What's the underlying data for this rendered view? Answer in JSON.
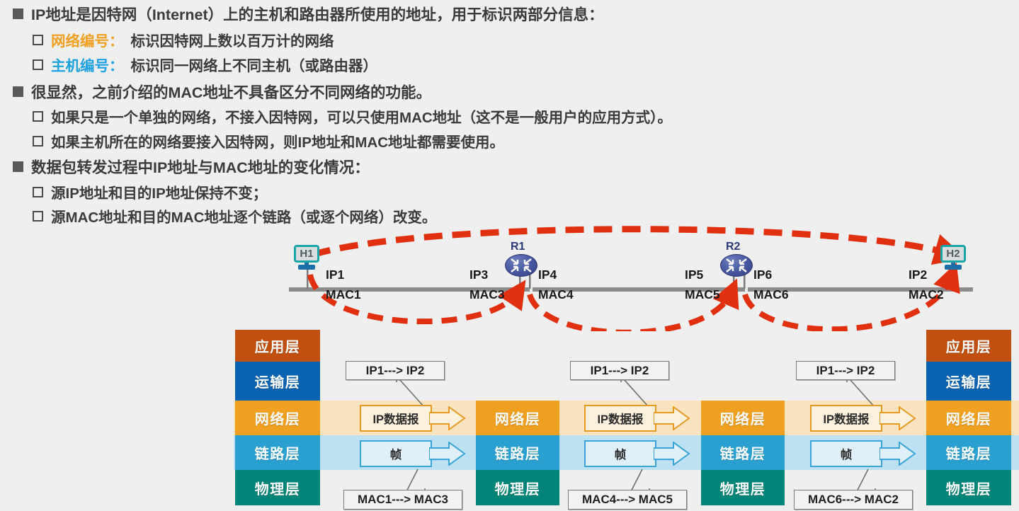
{
  "slide": {
    "background_color": "#efefef",
    "bullets": [
      {
        "level": 1,
        "marker": "filled-square",
        "segments": [
          {
            "text": "IP地址是因特网（Internet）上的主机和路由器所使用的地址，用于标识两部分信息：",
            "color": "#3b3b3b"
          }
        ]
      },
      {
        "level": 2,
        "marker": "hollow-square",
        "segments": [
          {
            "text": "网络编号：",
            "color": "#f0a021"
          },
          {
            "text": "标识因特网上数以百万计的网络",
            "color": "#3b3b3b"
          }
        ]
      },
      {
        "level": 2,
        "marker": "hollow-square",
        "segments": [
          {
            "text": "主机编号：",
            "color": "#1ba1e2"
          },
          {
            "text": "标识同一网络上不同主机（或路由器）",
            "color": "#3b3b3b"
          }
        ]
      },
      {
        "level": 1,
        "marker": "filled-square",
        "segments": [
          {
            "text": "很显然，之前介绍的MAC地址不具备区分不同网络的功能。",
            "color": "#3b3b3b"
          }
        ]
      },
      {
        "level": 2,
        "marker": "hollow-square",
        "segments": [
          {
            "text": "如果只是一个单独的网络，不接入因特网，可以只使用MAC地址（这不是一般用户的应用方式）。",
            "color": "#3b3b3b"
          }
        ]
      },
      {
        "level": 2,
        "marker": "hollow-square",
        "segments": [
          {
            "text": "如果主机所在的网络要接入因特网，则IP地址和MAC地址都需要使用。",
            "color": "#3b3b3b"
          }
        ]
      },
      {
        "level": 1,
        "marker": "filled-square",
        "segments": [
          {
            "text": "数据包转发过程中IP地址与MAC地址的变化情况：",
            "color": "#3b3b3b"
          }
        ]
      },
      {
        "level": 2,
        "marker": "hollow-square",
        "segments": [
          {
            "text": "源IP地址和目的IP地址保持不变；",
            "color": "#3b3b3b"
          }
        ]
      },
      {
        "level": 2,
        "marker": "hollow-square",
        "segments": [
          {
            "text": "源MAC地址和目的MAC地址逐个链路（或逐个网络）改变。",
            "color": "#3b3b3b"
          }
        ]
      }
    ]
  },
  "network_diagram": {
    "arrow_color": "#e03010",
    "link_color": "#8c8c8c",
    "hosts": [
      {
        "name": "H1",
        "ip": "IP1",
        "mac": "MAC1"
      },
      {
        "name": "H2",
        "ip": "IP2",
        "mac": "MAC2"
      }
    ],
    "routers": [
      {
        "name": "R1",
        "left_ip": "IP3",
        "left_mac": "MAC3",
        "right_ip": "IP4",
        "right_mac": "MAC4"
      },
      {
        "name": "R2",
        "left_ip": "IP5",
        "left_mac": "MAC5",
        "right_ip": "IP6",
        "right_mac": "MAC6"
      }
    ]
  },
  "stacks": {
    "host_layers": [
      {
        "name": "应用层",
        "color": "#c1500f"
      },
      {
        "name": "运输层",
        "color": "#0a63b0"
      },
      {
        "name": "网络层",
        "color": "#f0a020"
      },
      {
        "name": "链路层",
        "color": "#29a0d0"
      },
      {
        "name": "物理层",
        "color": "#008578"
      }
    ],
    "router_layers": [
      {
        "name": "网络层",
        "color": "#f0a020"
      },
      {
        "name": "链路层",
        "color": "#29a0d0"
      },
      {
        "name": "物理层",
        "color": "#008578"
      }
    ],
    "pdu_network_label": "IP数据报",
    "pdu_link_label": "帧",
    "hops": [
      {
        "ip_callout": "IP1---> IP2",
        "mac_callout": "MAC1---> MAC3"
      },
      {
        "ip_callout": "IP1---> IP2",
        "mac_callout": "MAC4---> MAC5"
      },
      {
        "ip_callout": "IP1---> IP2",
        "mac_callout": "MAC6---> MAC2"
      }
    ]
  }
}
